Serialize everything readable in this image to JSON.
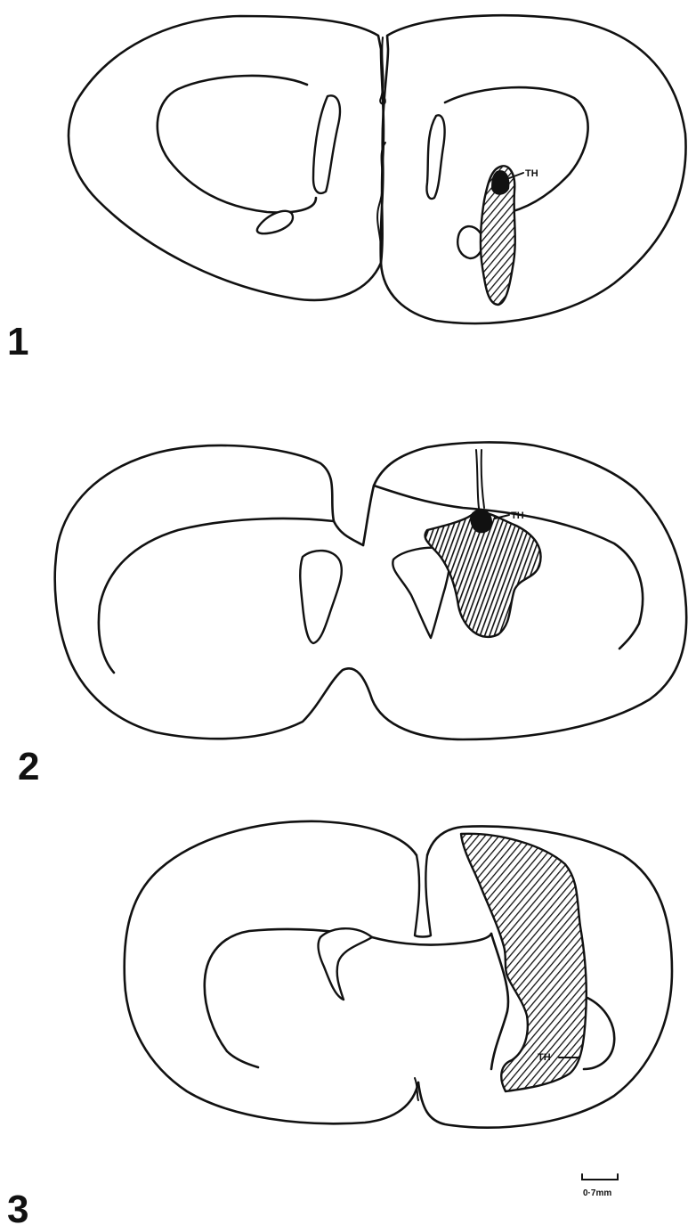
{
  "panels": [
    {
      "number": "1",
      "lesion_label": "TH"
    },
    {
      "number": "2",
      "lesion_label": "TH"
    },
    {
      "number": "3",
      "lesion_label": "TH"
    }
  ],
  "scale_bar": {
    "label": "0·7mm"
  },
  "colors": {
    "ink": "#111111",
    "background": "#ffffff"
  }
}
